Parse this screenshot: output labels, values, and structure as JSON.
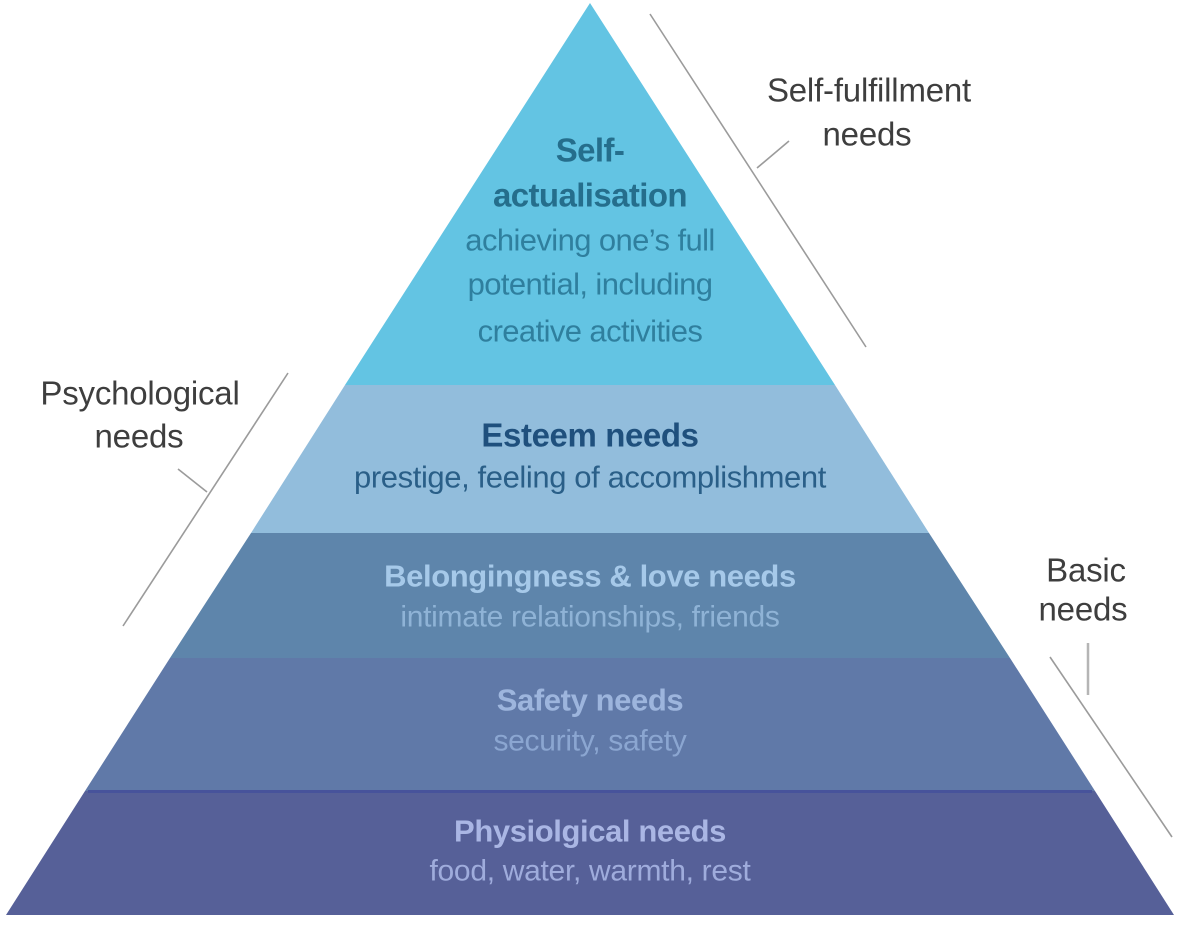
{
  "pyramid": {
    "divider_color": "#47539b",
    "tiers": [
      {
        "name": "self-actualisation",
        "fill": "#63c4e3",
        "title_color": "#256e8c",
        "desc_color": "#2f7f9e",
        "title_lines": [
          "Self-",
          "actualisation"
        ],
        "desc_lines": [
          "achieving one’s full",
          "potential, including",
          "creative activities"
        ]
      },
      {
        "name": "esteem-needs",
        "fill": "#92bddc",
        "title_color": "#1f507d",
        "desc_color": "#2a5f88",
        "title_lines": [
          "Esteem needs"
        ],
        "desc_lines": [
          "prestige, feeling of accomplishment"
        ]
      },
      {
        "name": "belongingness-love-needs",
        "fill": "#5e85ab",
        "title_color": "#a6c9e9",
        "desc_color": "#8fb3d6",
        "title_lines": [
          "Belongingness & love needs"
        ],
        "desc_lines": [
          "intimate relationships, friends"
        ]
      },
      {
        "name": "safety-needs",
        "fill": "#6079a8",
        "title_color": "#9db5dd",
        "desc_color": "#8ba6d1",
        "title_lines": [
          "Safety needs"
        ],
        "desc_lines": [
          "security, safety"
        ]
      },
      {
        "name": "physiological-needs",
        "fill": "#566098",
        "title_color": "#aab6e4",
        "desc_color": "#9facdc",
        "title_lines": [
          "Physiolgical needs"
        ],
        "desc_lines": [
          "food, water, warmth, rest"
        ]
      }
    ]
  },
  "group_labels": {
    "text_color": "#3e3e3e",
    "self_fulfillment": {
      "lines": [
        "Self-fulfillment",
        "needs"
      ]
    },
    "psychological": {
      "lines": [
        "Psychological",
        "needs"
      ]
    },
    "basic": {
      "lines": [
        "Basic",
        "needs"
      ]
    }
  },
  "annotations": {
    "bracket_color": "#9b9b9b",
    "tick_color": "#b5b5b5"
  }
}
